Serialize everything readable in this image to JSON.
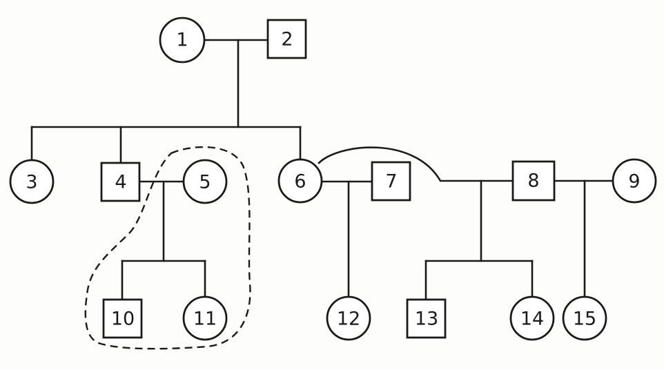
{
  "diagram": {
    "individuals": [
      {
        "id": "1",
        "label": "1",
        "sex": "female"
      },
      {
        "id": "2",
        "label": "2",
        "sex": "male"
      },
      {
        "id": "3",
        "label": "3",
        "sex": "female"
      },
      {
        "id": "4",
        "label": "4",
        "sex": "male"
      },
      {
        "id": "5",
        "label": "5",
        "sex": "female"
      },
      {
        "id": "6",
        "label": "6",
        "sex": "female"
      },
      {
        "id": "7",
        "label": "7",
        "sex": "male"
      },
      {
        "id": "8",
        "label": "8",
        "sex": "male"
      },
      {
        "id": "9",
        "label": "9",
        "sex": "female"
      },
      {
        "id": "10",
        "label": "10",
        "sex": "male"
      },
      {
        "id": "11",
        "label": "11",
        "sex": "female"
      },
      {
        "id": "12",
        "label": "12",
        "sex": "female"
      },
      {
        "id": "13",
        "label": "13",
        "sex": "male"
      },
      {
        "id": "14",
        "label": "14",
        "sex": "female"
      },
      {
        "id": "15",
        "label": "15",
        "sex": "female"
      }
    ],
    "unions": [
      {
        "partners": [
          "1",
          "2"
        ],
        "children": [
          "3",
          "4",
          "6"
        ]
      },
      {
        "partners": [
          "4",
          "5"
        ],
        "children": [
          "10",
          "11"
        ]
      },
      {
        "partners": [
          "6",
          "7"
        ],
        "children": [
          "12"
        ]
      },
      {
        "partners": [
          "6",
          "8"
        ],
        "children": [
          "13",
          "14"
        ]
      },
      {
        "partners": [
          "8",
          "9"
        ],
        "children": [
          "15"
        ]
      }
    ],
    "highlighted_group": [
      "5",
      "10",
      "11"
    ]
  }
}
